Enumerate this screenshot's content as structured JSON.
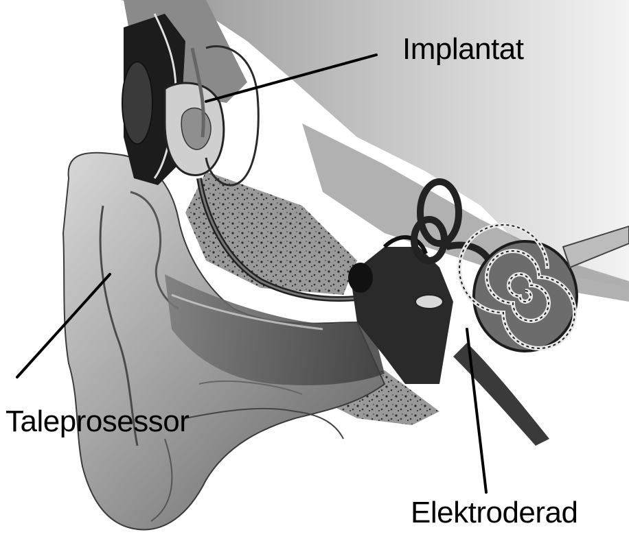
{
  "labels": {
    "implant": "Implantat",
    "speech_processor": "Taleprosessor",
    "electrode_array": "Elektroderad"
  }
}
